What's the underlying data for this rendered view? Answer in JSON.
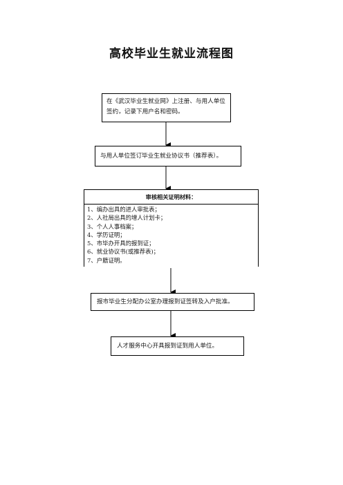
{
  "title": "高校毕业生就业流程图",
  "steps": {
    "step1": {
      "line1": "在《武汉毕业生就业网》上注册、与用人单位",
      "line2": "签约，记录下用户名和密码。"
    },
    "step2": "与用人单位签订毕业生就业协议书（推荐表）。",
    "step3": {
      "heading": "审核相关证明材料：",
      "items": [
        "1、编办出具的进人审批表；",
        "2、人社局出具的增人计划卡；",
        "3、个人人事档案；",
        "4、学历证明；",
        "5、市毕办开具的报到证；",
        "6、就业协议书(或推荐表)；",
        "7、户籍证明。"
      ]
    },
    "step4": "报市毕业生分配办公室办理报到证签转及入户批准。",
    "step5": "人才服务中心开具报到证到用人单位。"
  },
  "colors": {
    "line": "#000000",
    "text": "#1a1a1a"
  }
}
